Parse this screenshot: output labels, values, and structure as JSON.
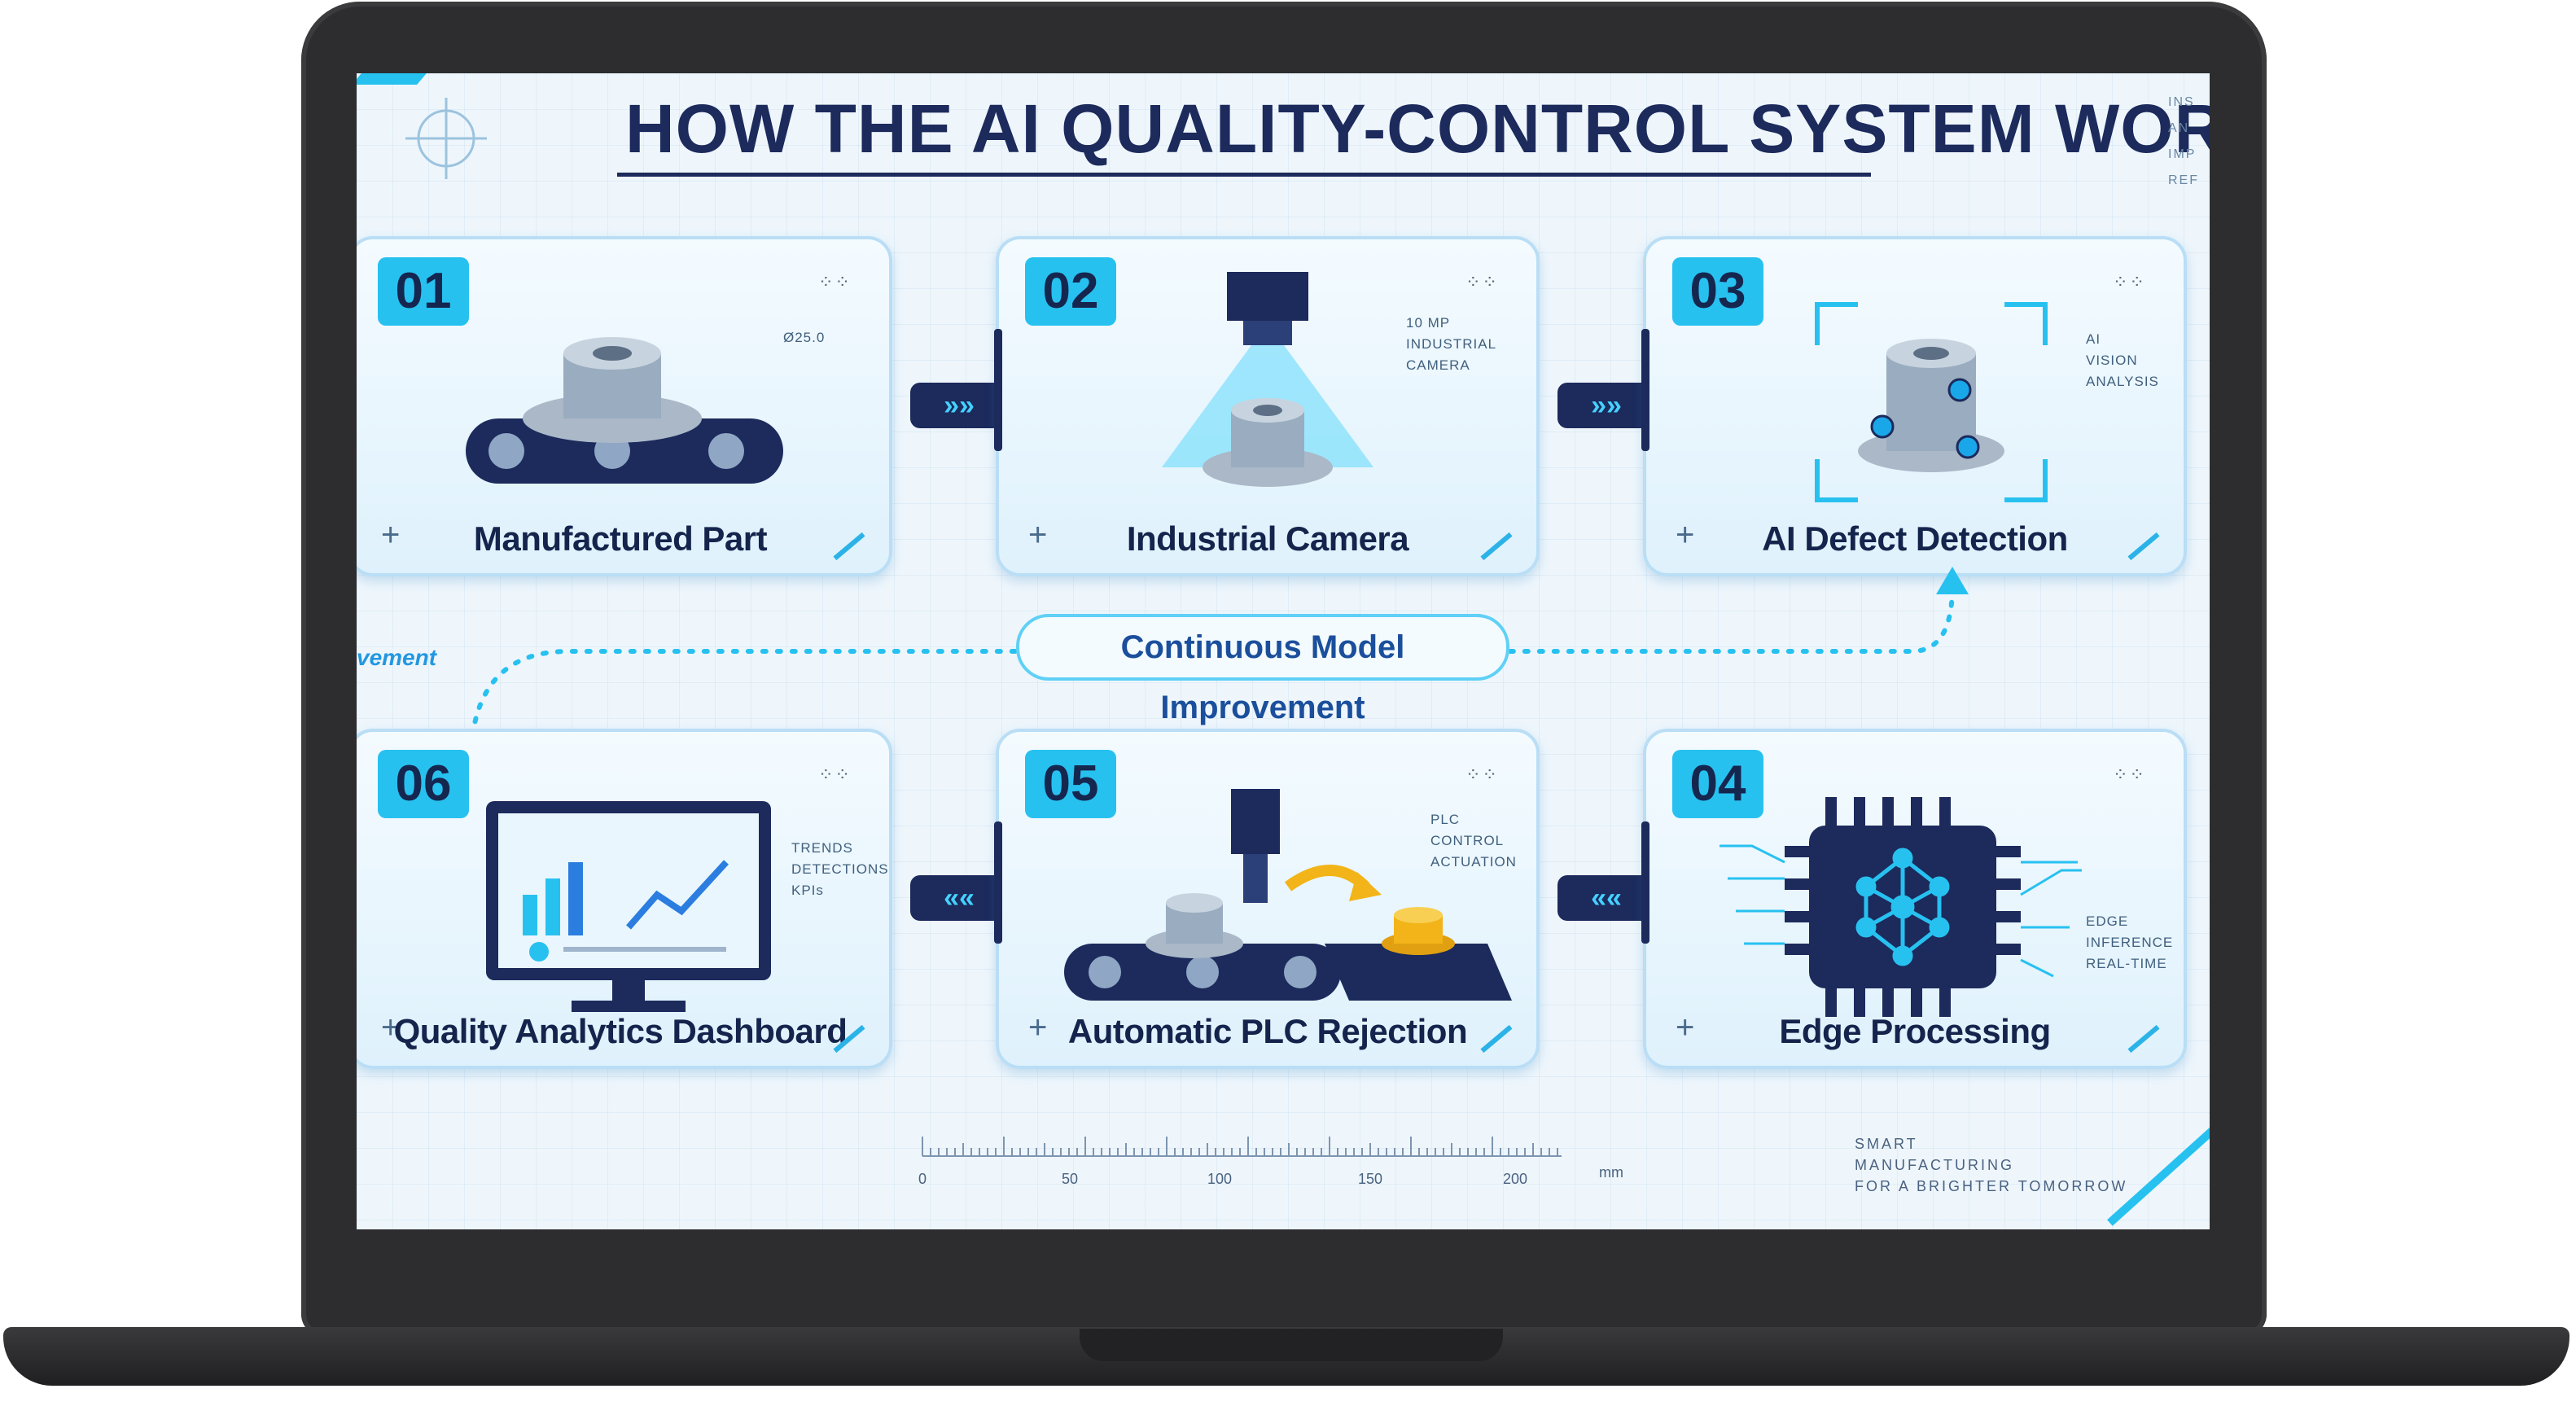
{
  "title": "HOW THE AI QUALITY-CONTROL SYSTEM WORKS",
  "steps": [
    {
      "num": "01",
      "label": "Manufactured Part",
      "notes": [
        "Ø25.0"
      ]
    },
    {
      "num": "02",
      "label": "Industrial Camera",
      "notes": [
        "10 MP",
        "INDUSTRIAL",
        "CAMERA"
      ]
    },
    {
      "num": "03",
      "label": "AI Defect Detection",
      "notes": [
        "AI",
        "VISION",
        "ANALYSIS"
      ]
    },
    {
      "num": "04",
      "label": "Edge Processing",
      "notes": [
        "EDGE",
        "INFERENCE",
        "REAL-TIME"
      ]
    },
    {
      "num": "05",
      "label": "Automatic PLC Rejection",
      "notes": [
        "PLC",
        "CONTROL",
        "ACTUATION"
      ]
    },
    {
      "num": "06",
      "label": "Quality Analytics Dashboard",
      "notes": [
        "TRENDS",
        "DETECTIONS",
        "KPIs"
      ]
    }
  ],
  "arrows": {
    "forward": "»»",
    "backward": "««"
  },
  "loop_label": "Continuous Model Improvement",
  "edge_word": "vement",
  "ruler": {
    "ticks": [
      "0",
      "50",
      "100",
      "150",
      "200"
    ],
    "unit": "mm"
  },
  "footer": [
    "SMART",
    "MANUFACTURING",
    "FOR A BRIGHTER TOMORROW"
  ],
  "corner_text": [
    "INS",
    "AN",
    "IMP",
    "REF"
  ],
  "colors": {
    "accent": "#27c1f0",
    "navy": "#1c2a5c",
    "bezel": "#2d2d2f"
  }
}
